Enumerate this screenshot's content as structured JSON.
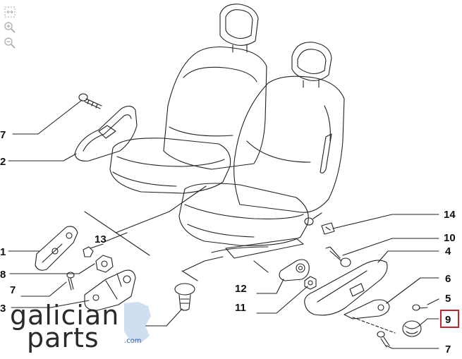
{
  "toolbar": {
    "icons": [
      "fit-screen-icon",
      "zoom-in-icon",
      "zoom-out-icon"
    ]
  },
  "labels": {
    "l7a": "7",
    "l2": "2",
    "l1": "1",
    "l13": "13",
    "l8": "8",
    "l7b": "7",
    "l3": "3",
    "l12": "12",
    "l11": "11",
    "l14": "14",
    "l10": "10",
    "l4": "4",
    "l6": "6",
    "l5": "5",
    "l9": "9",
    "l7c": "7"
  },
  "selected_part": "9",
  "colors": {
    "highlight": "#c0282d",
    "line": "#222222",
    "toolbar_icon": "#aaaaaa",
    "logo_accent": "#2a5db0"
  },
  "watermark": {
    "line1": "galician",
    "line2": "parts",
    "domain": ".com"
  }
}
